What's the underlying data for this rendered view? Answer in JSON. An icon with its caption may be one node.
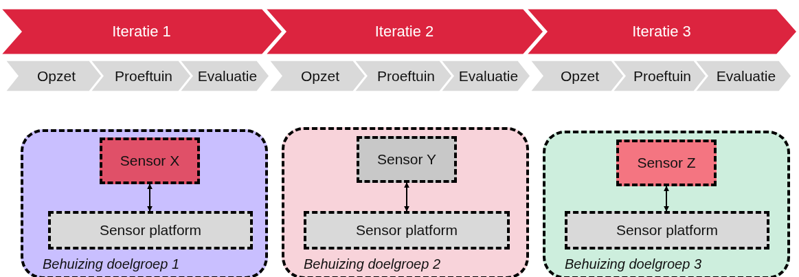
{
  "diagram": {
    "nodes": [
      {
        "text": [
          "Iteratie 1"
        ]
      },
      {
        "text": [
          "Iteratie 2"
        ]
      },
      {
        "text": [
          "Iteratie 3"
        ]
      },
      {
        "text": [
          "Opzet"
        ]
      },
      {
        "text": [
          "Proeftuin"
        ]
      },
      {
        "text": [
          "Evaluatie"
        ]
      },
      {
        "text": [
          "Opzet"
        ]
      },
      {
        "text": [
          "Proeftuin"
        ]
      },
      {
        "text": [
          "Evaluatie"
        ]
      },
      {
        "text": [
          "Opzet"
        ]
      },
      {
        "text": [
          "Proeftuin"
        ]
      },
      {
        "text": [
          "Evaluatie"
        ]
      },
      {
        "text": [
          "Behuizing doelgroep 1"
        ]
      },
      {
        "text": [
          "Sensor X"
        ],
        "in": 12
      },
      {
        "text": [
          "Sensor platform"
        ],
        "in": 12
      },
      {
        "text": [
          "Behuizing doelgroep 2"
        ]
      },
      {
        "text": [
          "Sensor Y"
        ],
        "in": 15
      },
      {
        "text": [
          "Sensor platform"
        ],
        "in": 15
      },
      {
        "text": [
          "Behuizing doelgroep 3"
        ]
      },
      {
        "text": [
          "Sensor Z"
        ],
        "in": 18
      },
      {
        "text": [
          "Sensor platform"
        ],
        "in": 18
      }
    ],
    "edges": [
      {
        "from": 13,
        "to": 14,
        "arrow": "both"
      },
      {
        "from": 16,
        "to": 17,
        "arrow": "both"
      },
      {
        "from": 19,
        "to": 20,
        "arrow": "both"
      }
    ]
  }
}
